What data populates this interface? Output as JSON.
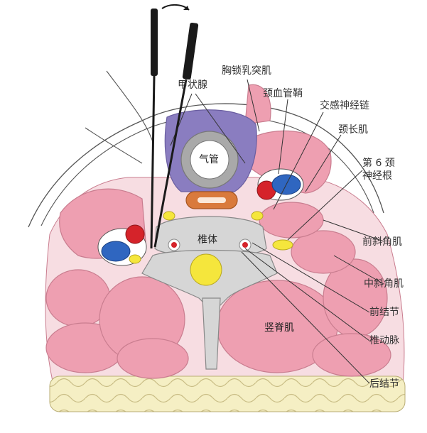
{
  "diagram": {
    "labels": {
      "scm": "胸锁乳突肌",
      "thyroid": "甲状腺",
      "carotid_sheath": "颈血管鞘",
      "sympathetic_chain": "交感神经链",
      "longus_colli": "颈长肌",
      "c6_root_line1": "第 6 颈",
      "c6_root_line2": "神经根",
      "trachea": "气管",
      "vertebral_body": "椎体",
      "anterior_scalene": "前斜角肌",
      "middle_scalene": "中斜角肌",
      "anterior_tubercle": "前结节",
      "vertebral_artery": "椎动脉",
      "posterior_tubercle": "后结节",
      "erector_spinae": "竖脊肌"
    },
    "colors": {
      "muscle": "#ee9fb1",
      "muscle_edge": "#c97d8f",
      "thyroid": "#8a7dc0",
      "trachea": "#a9a9a9",
      "bone": "#d6d6d6",
      "artery": "#d5232a",
      "vein": "#2f66c0",
      "nerve": "#f5e63c",
      "esophagus": "#d97a3c",
      "fat": "#f5efc4",
      "instrument": "#1a1a1a"
    },
    "icons": [
      "needle-instrument-icon",
      "rotation-arrow-icon"
    ]
  }
}
